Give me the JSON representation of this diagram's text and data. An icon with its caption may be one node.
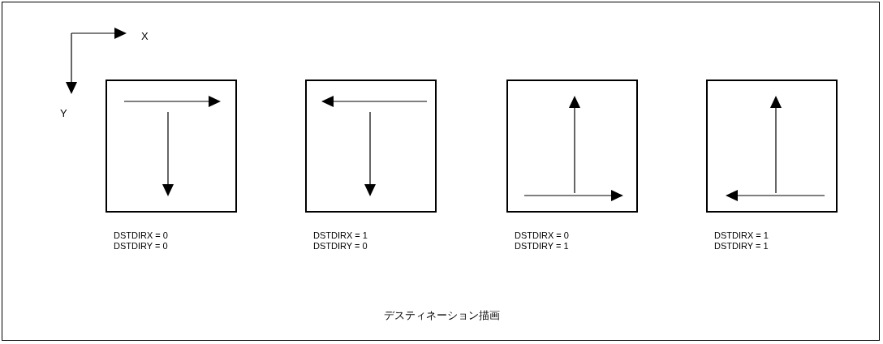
{
  "diagram": {
    "caption": "デスティネーション描画",
    "nodes": [
      {
        "text": [],
        "shape": "box",
        "beside": [
          "DSTDIRX = 0",
          "DSTDIRY = 0"
        ]
      },
      {
        "text": [],
        "shape": "box",
        "beside": [
          "DSTDIRX = 1",
          "DSTDIRY = 0"
        ]
      },
      {
        "text": [],
        "shape": "box",
        "beside": [
          "DSTDIRX = 0",
          "DSTDIRY = 1"
        ]
      },
      {
        "text": [],
        "shape": "box",
        "beside": [
          "DSTDIRX = 1",
          "DSTDIRY = 1"
        ]
      }
    ],
    "labels": [
      "X",
      "Y"
    ]
  }
}
